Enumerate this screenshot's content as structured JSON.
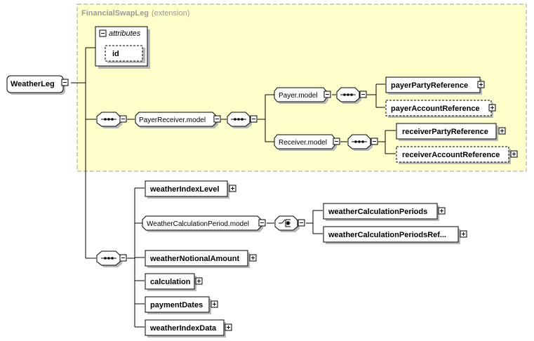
{
  "ext": {
    "type": "FinancialSwapLeg",
    "suffix": "(extension)"
  },
  "attributes": {
    "label": "attributes",
    "items": [
      "id"
    ]
  },
  "root": "WeatherLeg",
  "groups": {
    "payer_receiver": "PayerReceiver.model",
    "payer": "Payer.model",
    "receiver": "Receiver.model",
    "calc_period": "WeatherCalculationPeriod.model"
  },
  "elements": {
    "payer_party": "payerPartyReference",
    "payer_account": "payerAccountReference",
    "receiver_party": "receiverPartyReference",
    "receiver_account": "receiverAccountReference",
    "weather_index_level": "weatherIndexLevel",
    "calc_periods": "weatherCalculationPeriods",
    "calc_periods_ref": "weatherCalculationPeriodsRef...",
    "notional": "weatherNotionalAmount",
    "calculation": "calculation",
    "payment_dates": "paymentDates",
    "index_data": "weatherIndexData"
  },
  "colors": {
    "extension_fill": "#ffffcc",
    "extension_border": "#a0a0a0",
    "line": "#000000",
    "shadow": "#b8b8b8"
  }
}
